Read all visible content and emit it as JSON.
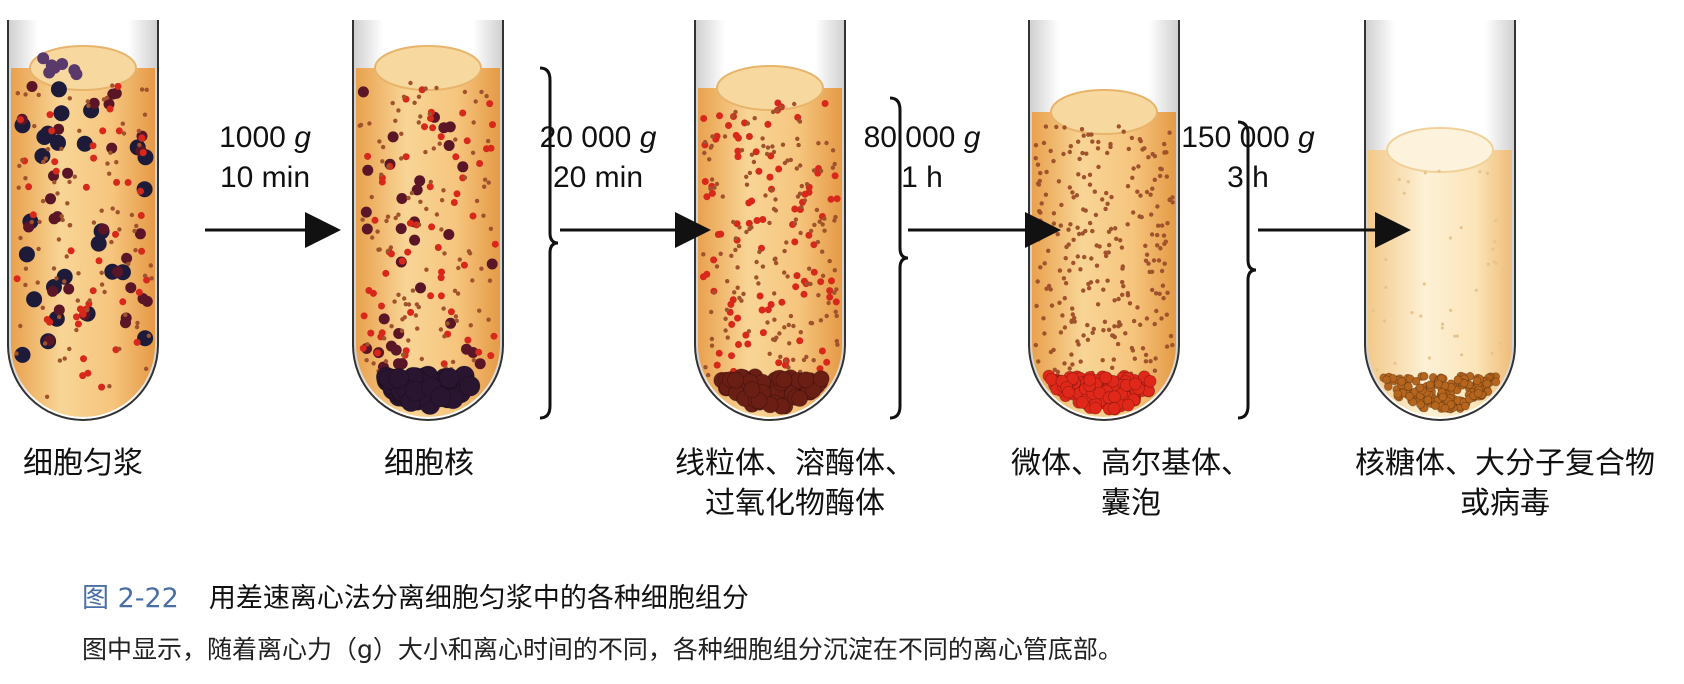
{
  "steps": [
    {
      "force": "1000",
      "unit": "g",
      "time": "10 min"
    },
    {
      "force": "20 000",
      "unit": "g",
      "time": "20 min"
    },
    {
      "force": "80 000",
      "unit": "g",
      "time": "1 h"
    },
    {
      "force": "150 000",
      "unit": "g",
      "time": "3 h"
    }
  ],
  "tubes": [
    {
      "label": "细胞匀浆",
      "label2": ""
    },
    {
      "label": "细胞核",
      "label2": ""
    },
    {
      "label": "线粒体、溶酶体、",
      "label2": "过氧化物酶体"
    },
    {
      "label": "微体、高尔基体、",
      "label2": "囊泡"
    },
    {
      "label": "核糖体、大分子复合物",
      "label2": "或病毒"
    }
  ],
  "caption": {
    "figure_no": "图 2-22",
    "title": "用差速离心法分离细胞匀浆中的各种细胞组分",
    "text": "图中显示，随着离心力（g）大小和离心时间的不同，各种细胞组分沉淀在不同的离心管底部。"
  },
  "colors": {
    "liquid": "#f4c57e",
    "liquid_light": "#f9e2b5",
    "pellet_nucleus": "#2a1530",
    "pellet_mito": "#6a1e14",
    "pellet_micro": "#e0281a",
    "pellet_ribo": "#b5651d",
    "particle_large": "#1e1a3a",
    "particle_mid": "#5a1626",
    "particle_red": "#d8281c",
    "particle_small": "#a0522d",
    "caption_accent": "#4a6fa5"
  }
}
